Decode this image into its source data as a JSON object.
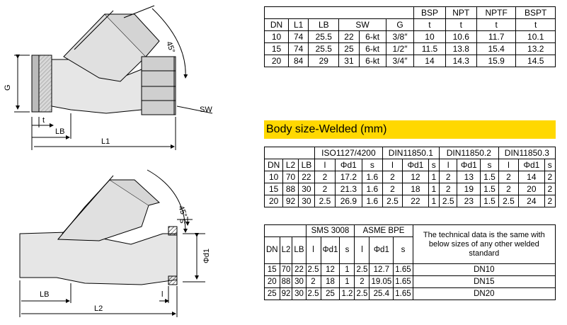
{
  "drawing_top": {
    "labels": {
      "angle": "45°",
      "g": "G",
      "sw": "SW",
      "t": "t",
      "lb": "LB",
      "l1": "L1"
    }
  },
  "drawing_bottom": {
    "labels": {
      "angle": "45°",
      "s": "S",
      "d1": "Φd1",
      "lb": "LB",
      "l": "l",
      "l2": "L2"
    }
  },
  "threaded_table": {
    "header_top": [
      "BSP",
      "NPT",
      "NPTF",
      "BSPT"
    ],
    "header": [
      "DN",
      "L1",
      "LB",
      "SW",
      "G",
      "t",
      "t",
      "t",
      "t"
    ],
    "rows": [
      [
        "10",
        "74",
        "25.5",
        "22",
        "6-kt",
        "3/8″",
        "10",
        "10.6",
        "11.7",
        "10.1"
      ],
      [
        "15",
        "74",
        "25.5",
        "25",
        "6-kt",
        "1/2″",
        "11.5",
        "13.8",
        "15.4",
        "13.2"
      ],
      [
        "20",
        "84",
        "29",
        "31",
        "6-kt",
        "3/4″",
        "14",
        "14.3",
        "15.9",
        "14.5"
      ]
    ]
  },
  "banner": "Body size-Welded (mm)",
  "welded_table": {
    "groups": [
      "ISO1127/4200",
      "DIN11850.1",
      "DIN11850.2",
      "DIN11850.3"
    ],
    "header": [
      "DN",
      "L2",
      "LB",
      "l",
      "Φd1",
      "s",
      "l",
      "Φd1",
      "s",
      "l",
      "Φd1",
      "s",
      "l",
      "Φd1",
      "s"
    ],
    "rows": [
      [
        "10",
        "70",
        "22",
        "2",
        "17.2",
        "1.6",
        "2",
        "12",
        "1",
        "2",
        "13",
        "1.5",
        "2",
        "14",
        "2"
      ],
      [
        "15",
        "88",
        "30",
        "2",
        "21.3",
        "1.6",
        "2",
        "18",
        "1",
        "2",
        "19",
        "1.5",
        "2",
        "20",
        "2"
      ],
      [
        "20",
        "92",
        "30",
        "2.5",
        "26.9",
        "1.6",
        "2.5",
        "22",
        "1",
        "2.5",
        "23",
        "1.5",
        "2.5",
        "24",
        "2"
      ]
    ]
  },
  "sanitary_table": {
    "groups": [
      "SMS 3008",
      "ASME BPE"
    ],
    "note": "The technical data is the same with below sizes of any other welded standard",
    "header": [
      "DN",
      "L2",
      "LB",
      "l",
      "Φd1",
      "s",
      "l",
      "Φd1",
      "s"
    ],
    "rows": [
      [
        "15",
        "70",
        "22",
        "2.5",
        "12",
        "1",
        "2.5",
        "12.7",
        "1.65",
        "DN10"
      ],
      [
        "20",
        "88",
        "30",
        "2",
        "18",
        "1",
        "2",
        "19.05",
        "1.65",
        "DN15"
      ],
      [
        "25",
        "92",
        "30",
        "2.5",
        "25",
        "1.2",
        "2.5",
        "25.4",
        "1.65",
        "DN20"
      ]
    ]
  }
}
